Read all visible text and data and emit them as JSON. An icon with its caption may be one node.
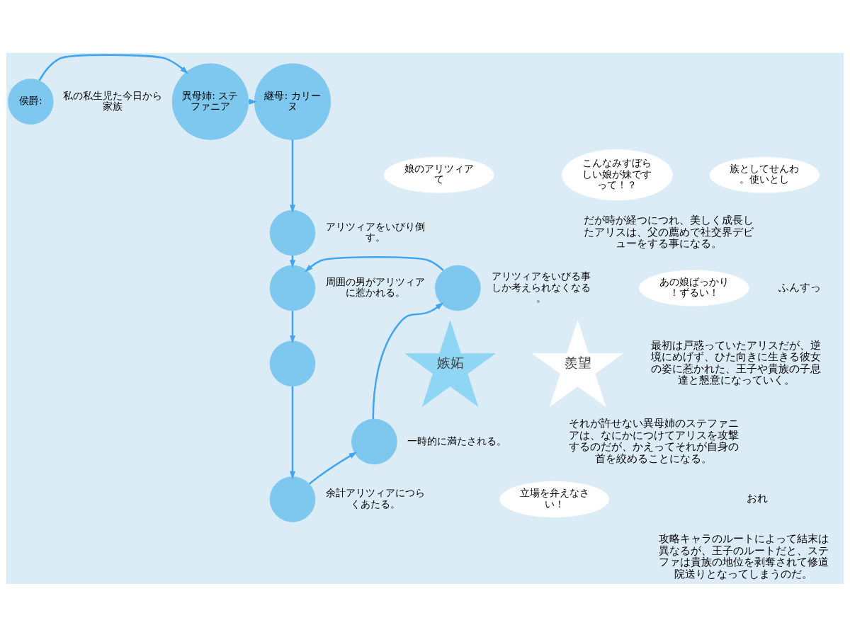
{
  "diagram": {
    "nodes": [
      {
        "text": [
          "侯爵:"
        ],
        "beside": [
          "私の私生児た今日から家族"
        ]
      },
      {
        "text": [
          "娘のアリツィアて"
        ]
      },
      {
        "text": [
          "異母姉: ステファニア"
        ]
      },
      {
        "text": [
          "こんなみすぼらしい娘が妹ですって！？"
        ]
      },
      {
        "text": [
          "継母: カリーヌ"
        ]
      },
      {
        "text": [
          "族としてせんわ。使いとし"
        ]
      },
      {
        "text": [],
        "shape": "circle",
        "beside": [
          "アリツィアをいびり倒す。"
        ]
      },
      {
        "text": [],
        "shape": "circle",
        "beside": [
          "周囲の男がアリツィアに惹かれる。"
        ]
      },
      {
        "text": [
          "あの娘ばっかり！ずるい！"
        ]
      },
      {
        "text": [
          "嫉妬"
        ]
      },
      {
        "text": [
          "羨望"
        ]
      },
      {
        "text": [],
        "shape": "circle"
      },
      {
        "text": [
          "立場を弁えなさい！"
        ]
      },
      {
        "text": [],
        "shape": "circle",
        "beside": [
          "余計アリツィアにつらくあたる。"
        ]
      },
      {
        "text": [],
        "shape": "circle",
        "beside": [
          "一時的に満たされる。"
        ]
      },
      {
        "text": [],
        "shape": "circle",
        "beside": [
          "アリツィアをいびる事しか考えられなくなる。"
        ]
      }
    ],
    "edges": [
      {
        "from": 0,
        "to": 2,
        "arrow": "to"
      },
      {
        "from": 2,
        "to": 4,
        "arrow": "to"
      },
      {
        "from": 4,
        "to": 6,
        "arrow": "to"
      },
      {
        "from": 6,
        "to": 7,
        "arrow": "to"
      },
      {
        "from": 7,
        "to": 11,
        "arrow": "to"
      },
      {
        "from": 11,
        "to": 13,
        "arrow": "to"
      },
      {
        "from": 13,
        "to": 14,
        "arrow": "to"
      },
      {
        "from": 14,
        "to": 15,
        "arrow": "to"
      },
      {
        "from": 15,
        "to": 7,
        "arrow": "to"
      }
    ],
    "labels": [
      "だが時が経つにつれ、美しく成長したアリスは、父の薦めで社交界デビューをする事になる。",
      "最初は戸惑っていたアリスだが、逆境にめげず、ひた向きに生きる彼女の姿に惹かれた、王子や貴族の子息達と懇意になっていく。",
      "ふんすっ",
      "それが許せない異母姉のステファニアは、なにかにつけてアリスを攻撃するのだが、かえってそれが自身の首を絞めることになる。",
      "おれ",
      "攻略キャラのルートによって結末は異なるが、王子のルートだと、ステファは貴族の地位を剥奪されて修道院送りとなってしまうのだ。"
    ]
  }
}
